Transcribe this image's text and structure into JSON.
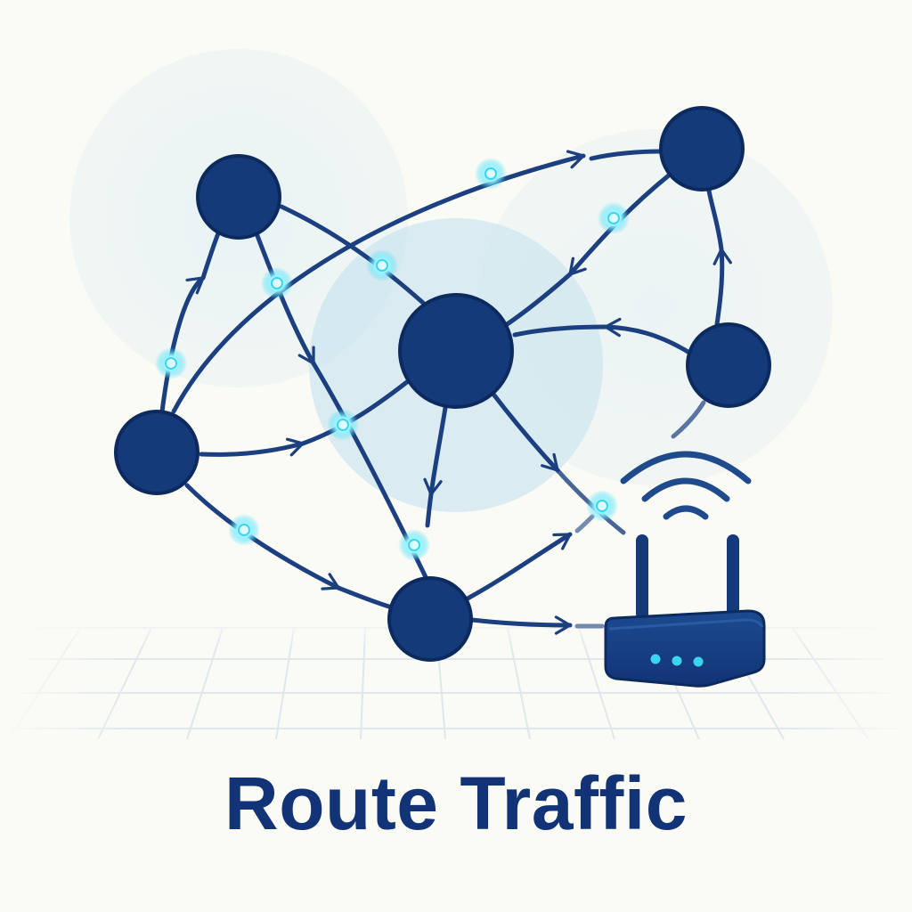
{
  "caption": "Route Traffic",
  "colors": {
    "background": "#fbfbf6",
    "node": "#143a7a",
    "node_stroke": "#0c2a5e",
    "edge": "#1c3f80",
    "glow": "#38d6f2",
    "halo": "#c9e3ee",
    "grid": "#dfe6ee",
    "router_led": "#39d4f0"
  },
  "diagram": {
    "nodes": [
      "node-top-left",
      "node-top-right",
      "node-center",
      "node-left",
      "node-right",
      "node-bottom",
      "router"
    ],
    "icons": [
      "router-icon",
      "wifi-signal-icon"
    ]
  }
}
